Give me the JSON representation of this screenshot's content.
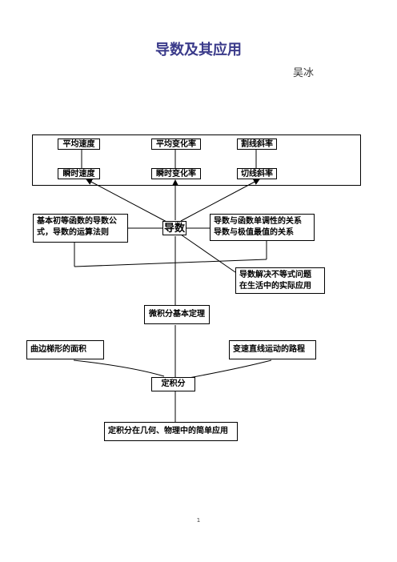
{
  "title": "导数及其应用",
  "author": "吴冰",
  "page_number": "1",
  "nodes": {
    "avg_speed": "平均速度",
    "avg_rate": "平均变化率",
    "secant_slope": "割线斜率",
    "inst_speed": "瞬时速度",
    "inst_rate": "瞬时变化率",
    "tangent_slope": "切线斜率",
    "derivative": "导数",
    "formulas_line1": "基本初等函数的导数公",
    "formulas_line2": "式，导数的运算法则",
    "monotonic_line1": "导数与函数单调性的关系",
    "monotonic_line2": "导数与极值最值的关系",
    "applications_line1": "导数解决不等式问题",
    "applications_line2": "在生活中的实际应用",
    "fundamental_theorem": "微积分基本定理",
    "curved_trapezoid": "曲边梯形的面积",
    "variable_motion": "变速直线运动的路程",
    "definite_integral": "定积分",
    "integral_applications": "定积分在几何、物理中的简单应用"
  }
}
